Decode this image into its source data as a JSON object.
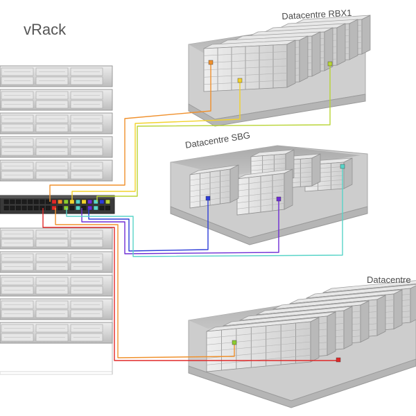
{
  "diagram": {
    "title": "vRack",
    "datacentres": [
      {
        "label": "Datacentre RBX1"
      },
      {
        "label": "Datacentre SBG"
      },
      {
        "label": "Datacentre"
      }
    ]
  },
  "colors": {
    "orange": "#f0902c",
    "yellow": "#f2d22c",
    "lime": "#b8d434",
    "blue": "#2c3cd8",
    "purple": "#6e2cd4",
    "cyan": "#58d4c8",
    "red": "#e02828",
    "green": "#8ccc30",
    "server_fill": "#dcdcdc",
    "switch_fill": "#3c3c3c",
    "building_fill": "#c8c8c8"
  }
}
